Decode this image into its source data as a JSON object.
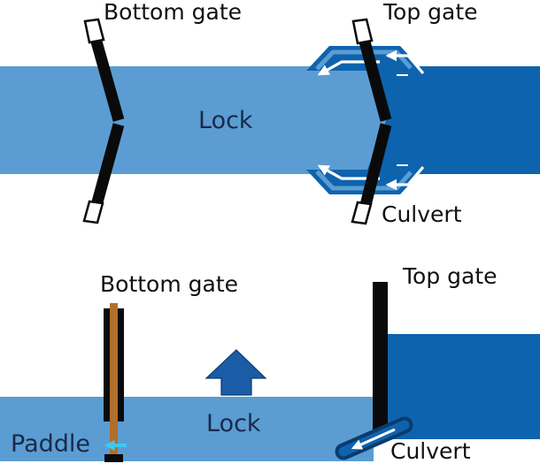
{
  "diagram": {
    "top_view": {
      "bottom_gate_label": "Bottom gate",
      "top_gate_label": "Top gate",
      "lock_label": "Lock",
      "culvert_label": "Culvert"
    },
    "side_view": {
      "bottom_gate_label": "Bottom gate",
      "top_gate_label": "Top gate",
      "lock_label": "Lock",
      "paddle_label": "Paddle",
      "culvert_label": "Culvert"
    }
  },
  "colors": {
    "water_light": "#5B9DD2",
    "water_dark": "#0E63AE",
    "flow_arrow_white": "#FFFFFF",
    "lift_arrow_dark": "#1B5CA7",
    "culvert_outline": "#0B3B6E",
    "paddle_arrow_cyan": "#3FC9F2",
    "gate_black": "#0A0A0A",
    "paddle_wood_brown": "#B06F2C",
    "label_black": "#111111",
    "label_navy": "#19294A"
  }
}
